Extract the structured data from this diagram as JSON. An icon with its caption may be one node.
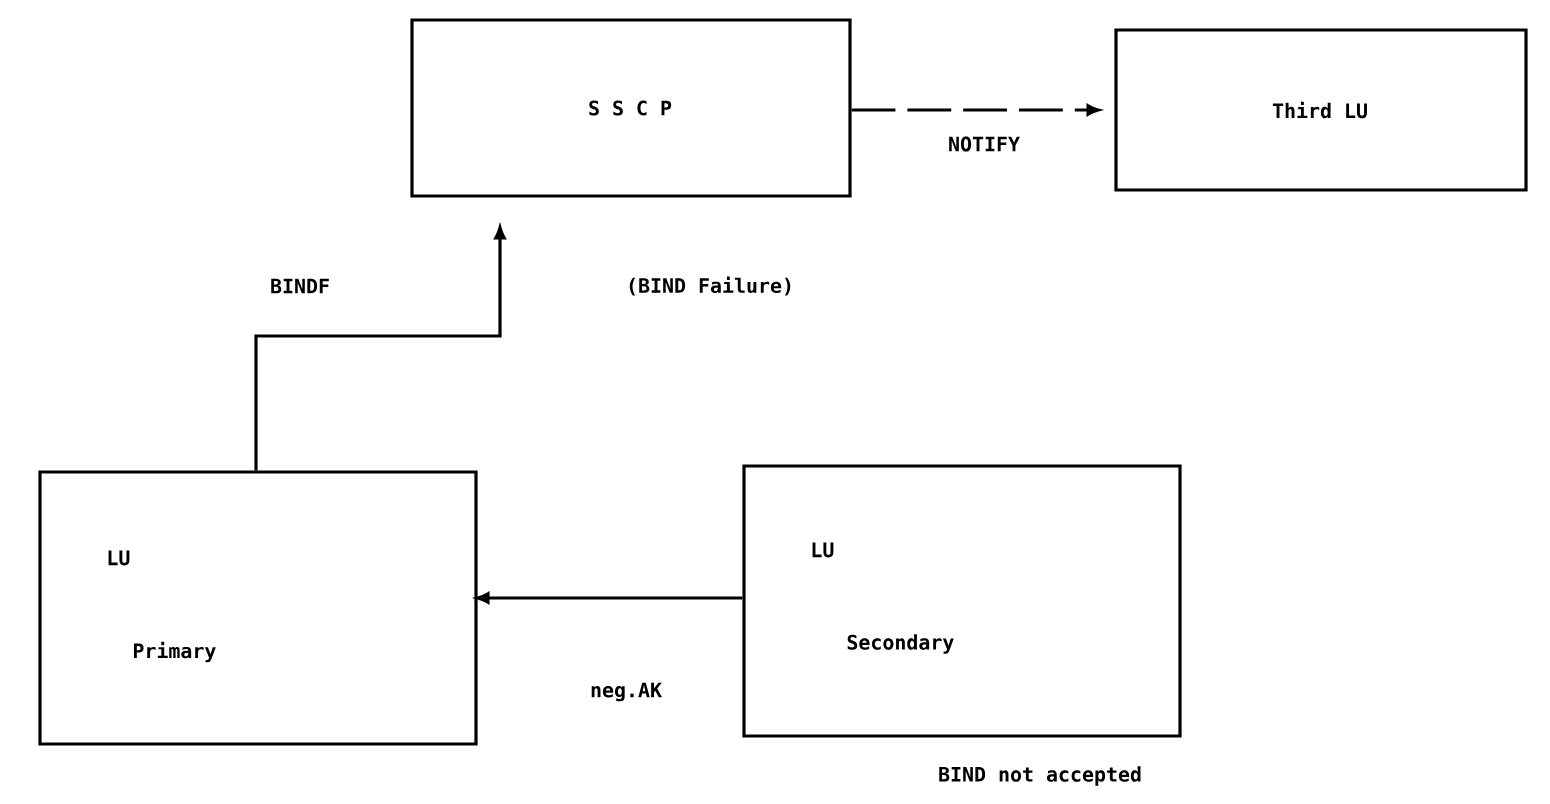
{
  "diagram": {
    "nodes": [
      {
        "text": [
          "S S C P"
        ]
      },
      {
        "text": [
          "Third  LU"
        ]
      },
      {
        "text": [
          "LU",
          "Primary"
        ]
      },
      {
        "text": [
          "LU",
          "Secondary"
        ],
        "beside": [
          "BIND not accepted"
        ]
      }
    ],
    "edges": [
      {
        "from": 2,
        "to": 0,
        "arrow": "to",
        "label": "BINDF"
      },
      {
        "from": 0,
        "to": 1,
        "arrow": "to",
        "label": "NOTIFY",
        "style": "dashed"
      },
      {
        "from": 3,
        "to": 2,
        "arrow": "to",
        "label": "neg.AK"
      }
    ],
    "labels": [
      "(BIND Failure)"
    ]
  }
}
